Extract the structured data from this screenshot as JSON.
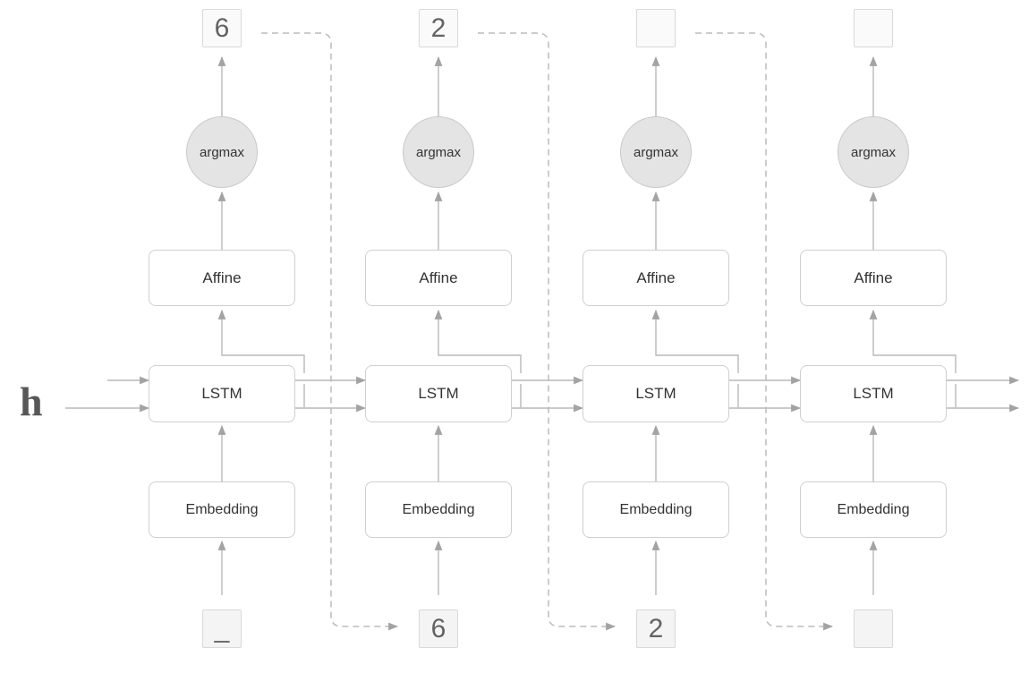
{
  "hidden_state_label": "h",
  "columns": [
    {
      "output_token": "6",
      "argmax_label": "argmax",
      "affine_label": "Affine",
      "lstm_label": "LSTM",
      "embedding_label": "Embedding",
      "input_token": "_"
    },
    {
      "output_token": "2",
      "argmax_label": "argmax",
      "affine_label": "Affine",
      "lstm_label": "LSTM",
      "embedding_label": "Embedding",
      "input_token": "6"
    },
    {
      "output_token": "",
      "argmax_label": "argmax",
      "affine_label": "Affine",
      "lstm_label": "LSTM",
      "embedding_label": "Embedding",
      "input_token": "2"
    },
    {
      "output_token": "",
      "argmax_label": "argmax",
      "affine_label": "Affine",
      "lstm_label": "LSTM",
      "embedding_label": "Embedding",
      "input_token": ""
    }
  ],
  "colors": {
    "line": "#b8b8b8",
    "arrowhead": "#a3a3a3",
    "dashed_line": "#bbbbbb",
    "box_border": "#cfcfcf",
    "box_fill": "#ffffff",
    "token_box_fill": "#f6f6f6",
    "argmax_circle_fill": "#e4e4e4",
    "label_text": "#333333",
    "token_text": "#636363"
  }
}
